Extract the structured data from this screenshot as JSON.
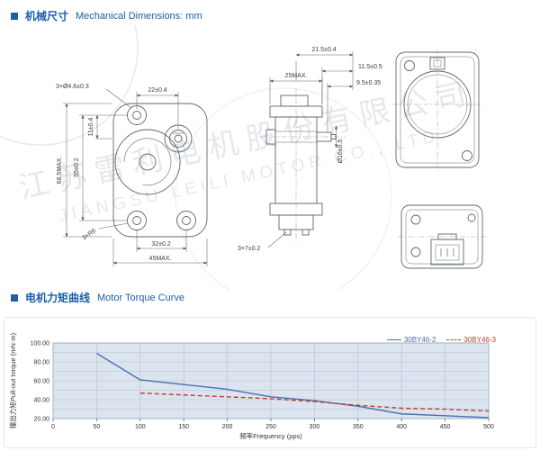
{
  "watermark": {
    "zh": "江苏雷利电机股份有限公司",
    "en": "JIANGSU LEILI MOTOR CO., LTD."
  },
  "sections": {
    "mechanical": {
      "title_zh": "机械尺寸",
      "title_en": "Mechanical Dimensions: mm"
    },
    "torque": {
      "title_zh": "电机力矩曲线",
      "title_en": "Motor Torque Curve"
    }
  },
  "colors": {
    "accent": "#1c5fa9",
    "drawing_line": "#5f666d",
    "plot_bg": "#dbe4ef",
    "series1": "#4a6fae",
    "series2": "#c23b2e"
  },
  "dimensions": {
    "front_view": {
      "mount_holes": "3×Ø4.6±0.3",
      "hole_span_top": "22±0.4",
      "shaft_offset": "11±0.4",
      "hole_span_vertical": "55±0.2",
      "height_max": "68.5MAX.",
      "corner_radius": "3×R6",
      "hole_span_bottom": "32±0.2",
      "width_max": "45MAX."
    },
    "side_view": {
      "depth_max": "25MAX.",
      "overall_depth": "21.5±0.4",
      "shaft_length": "11.5±0.5",
      "boss_depth": "9.5±0.35",
      "boss_diameter": "Ø16±0.5",
      "slot_size": "3×7±0.2"
    }
  },
  "chart_data": {
    "type": "line",
    "title": "",
    "xlabel": "频率Frequency (pps)",
    "ylabel": "输出力矩Pull-out torque (mN·m)",
    "xlim": [
      0,
      500
    ],
    "ylim": [
      20,
      100
    ],
    "x_ticks": [
      0,
      50,
      100,
      150,
      200,
      250,
      300,
      350,
      400,
      450,
      500
    ],
    "y_ticks": [
      100,
      80,
      60,
      40,
      20
    ],
    "y_grid_step": 10,
    "grid": true,
    "legend_position": "top-right",
    "series": [
      {
        "name": "30BY46-2",
        "color": "#4a6fae",
        "style": "solid",
        "x": [
          50,
          100,
          150,
          200,
          250,
          300,
          350,
          400,
          450,
          500
        ],
        "y": [
          89,
          61,
          56,
          51,
          43,
          39,
          33,
          25,
          23,
          21
        ]
      },
      {
        "name": "30BY46-3",
        "color": "#c23b2e",
        "style": "dashed",
        "x": [
          100,
          150,
          200,
          250,
          300,
          350,
          400,
          450,
          500
        ],
        "y": [
          47,
          45,
          43,
          41,
          38,
          34,
          31,
          30,
          28
        ]
      }
    ]
  }
}
